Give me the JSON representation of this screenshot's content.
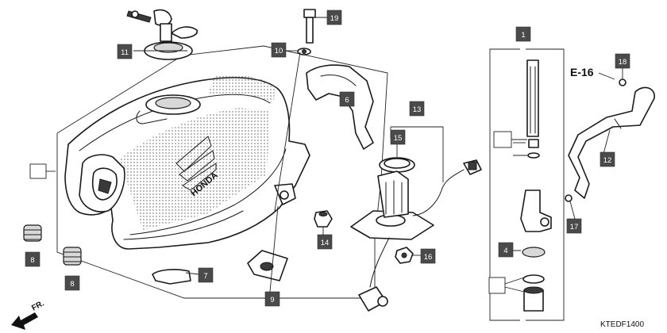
{
  "callouts": {
    "c1": "1",
    "c4": "4",
    "c6": "6",
    "c7": "7",
    "c8a": "8",
    "c8b": "8",
    "c9": "9",
    "c10": "10",
    "c11": "11",
    "c12": "12",
    "c13": "13",
    "c14": "14",
    "c15": "15",
    "c16": "16",
    "c17": "17",
    "c18": "18",
    "c19": "19"
  },
  "reference_label": "E-16",
  "diagram_code": "KTEDF1400",
  "direction_label": "FR.",
  "tank_logo_text": "HONDA"
}
